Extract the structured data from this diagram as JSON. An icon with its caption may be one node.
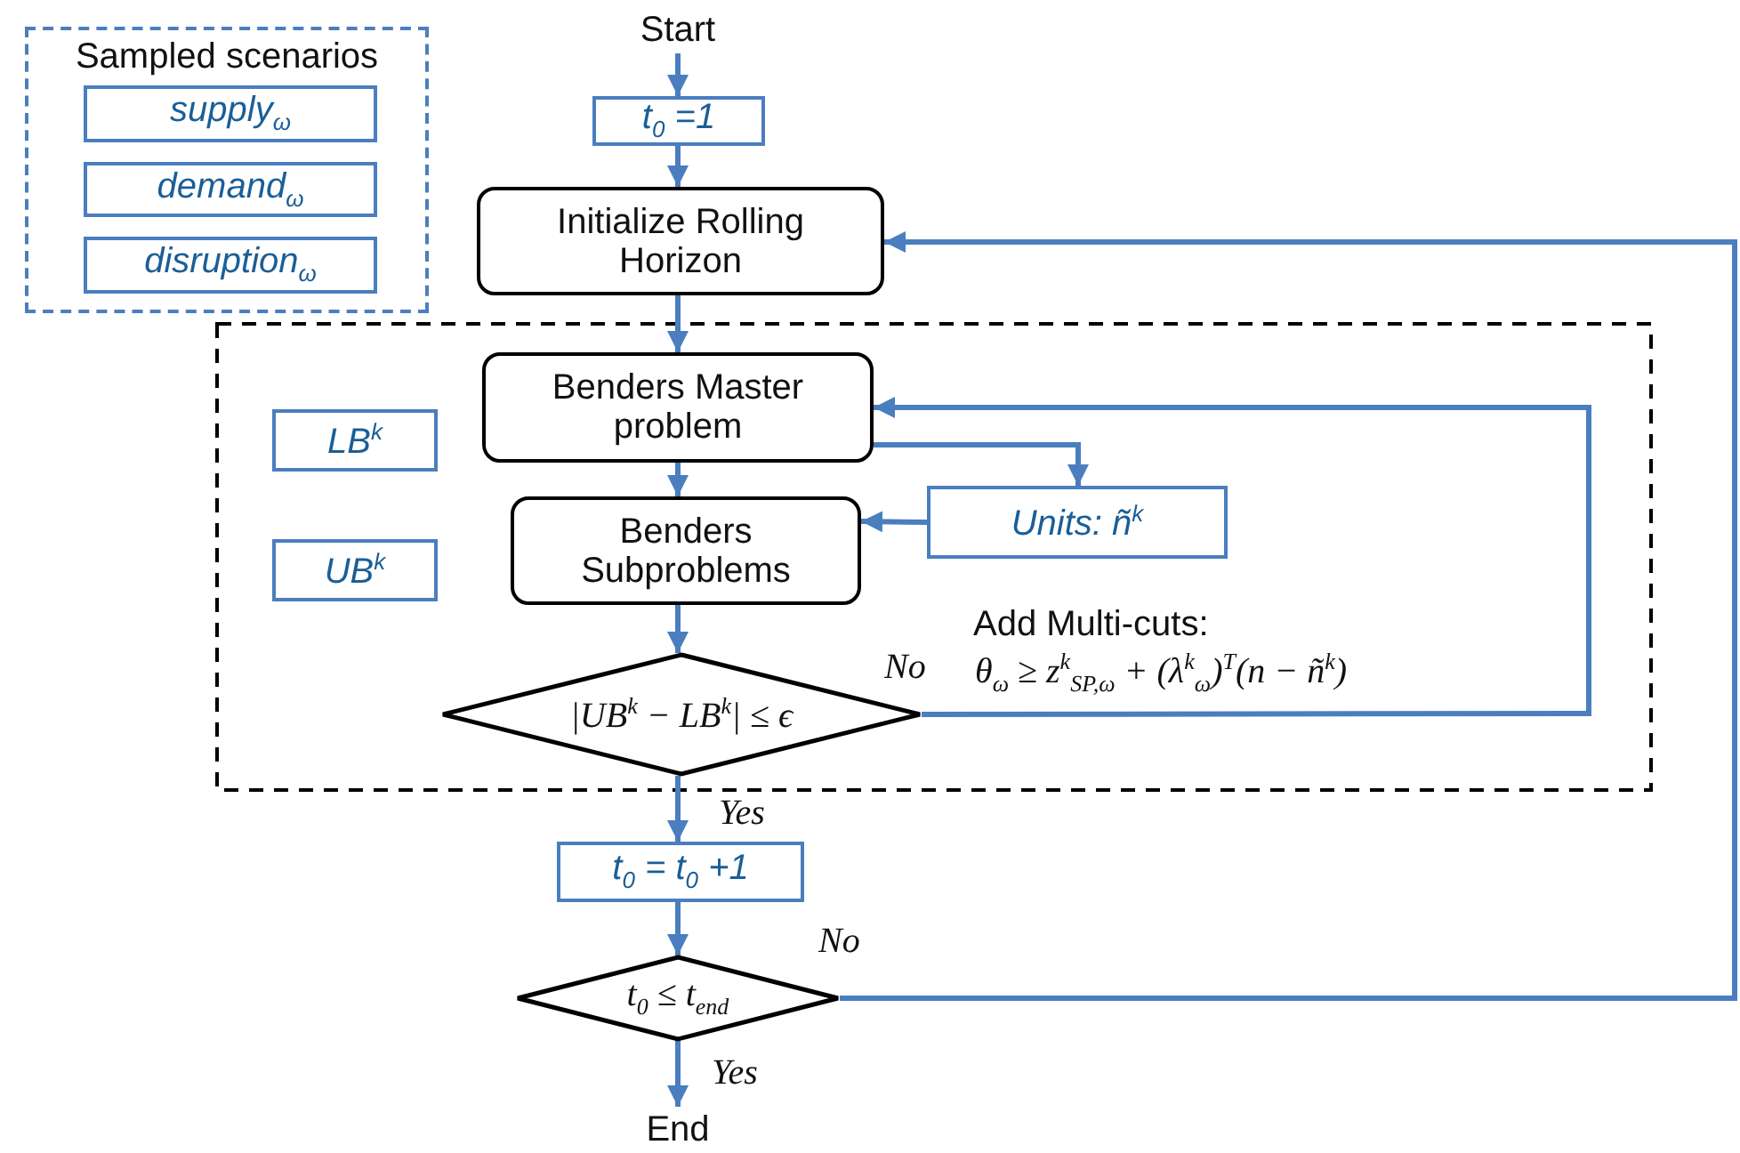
{
  "diagram": {
    "nodes": [
      {
        "text": [
          "Start"
        ]
      },
      {
        "text": [
          "*t*$_{0}$ =1"
        ]
      },
      {
        "text": [
          "Initialize Rolling Horizon"
        ]
      },
      {
        "text": [
          "Sampled scenarios"
        ]
      },
      {
        "text": [
          "supply$_{ω}$"
        ],
        "in": 3
      },
      {
        "text": [
          "demand$_{ω}$"
        ],
        "in": 3
      },
      {
        "text": [
          "disruption$_{ω}$"
        ],
        "in": 3
      },
      {
        "text": [
          "Benders Master problem"
        ]
      },
      {
        "text": [
          "LB$^{k}$"
        ]
      },
      {
        "text": [
          "Units: ñ$^{k}$"
        ]
      },
      {
        "text": [
          "Benders Subproblems"
        ]
      },
      {
        "text": [
          "UB$^{k}$"
        ]
      },
      {
        "text": [
          "|UB$^{k}$ − LB$^{k}$| ≤ ϵ"
        ]
      },
      {
        "text": [
          "*t*$_{0}$ = *t*$_{0}$ +1"
        ]
      },
      {
        "text": [
          "t$_{0}$ ≤ t$_{end}$"
        ]
      },
      {
        "text": [
          "End"
        ]
      }
    ],
    "edges": [
      {
        "from": 0,
        "to": 1,
        "arrow": "to"
      },
      {
        "from": 1,
        "to": 2,
        "arrow": "to"
      },
      {
        "from": 2,
        "to": 7,
        "arrow": "to"
      },
      {
        "from": 7,
        "to": 10,
        "arrow": "to"
      },
      {
        "from": 7,
        "to": 9,
        "arrow": "to"
      },
      {
        "from": 9,
        "to": 10,
        "arrow": "to"
      },
      {
        "from": 10,
        "to": 12,
        "arrow": "to"
      },
      {
        "from": 12,
        "to": 7,
        "arrow": "to",
        "label": "No"
      },
      {
        "from": 12,
        "to": 13,
        "arrow": "to",
        "label": "Yes"
      },
      {
        "from": 13,
        "to": 14,
        "arrow": "to"
      },
      {
        "from": 14,
        "to": 2,
        "arrow": "to",
        "label": "No"
      },
      {
        "from": 14,
        "to": 15,
        "arrow": "to",
        "label": "Yes"
      }
    ],
    "labels": [
      "Add Multi-cuts:",
      "θ$_{ω}$ ≥ z$^{k}$$_{SP,ω}$ + (λ$^{k}$$_{ω}$)$^{T}$(n − ñ$^{k}$)"
    ]
  }
}
